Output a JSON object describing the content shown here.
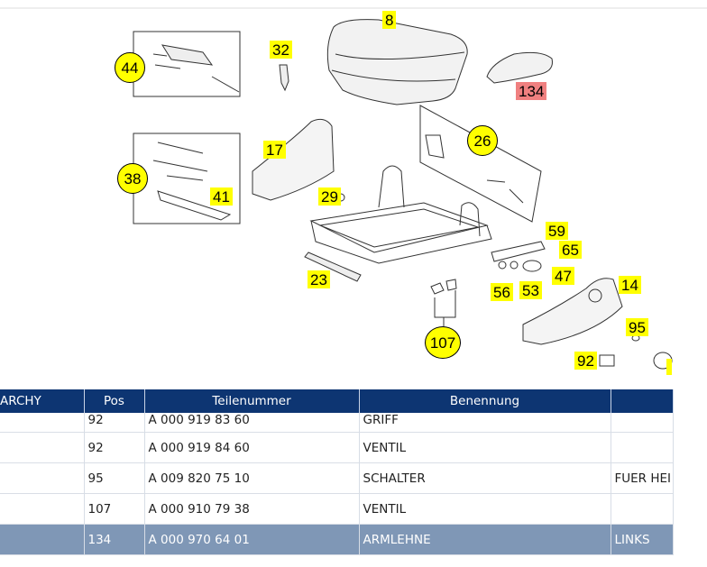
{
  "diagram": {
    "callouts": [
      {
        "label": "8",
        "style": "box"
      },
      {
        "label": "44",
        "style": "circle"
      },
      {
        "label": "32",
        "style": "box"
      },
      {
        "label": "134",
        "style": "red"
      },
      {
        "label": "26",
        "style": "circle"
      },
      {
        "label": "17",
        "style": "box"
      },
      {
        "label": "38",
        "style": "circle"
      },
      {
        "label": "41",
        "style": "box"
      },
      {
        "label": "29",
        "style": "box"
      },
      {
        "label": "59",
        "style": "box"
      },
      {
        "label": "65",
        "style": "box"
      },
      {
        "label": "47",
        "style": "box"
      },
      {
        "label": "23",
        "style": "box"
      },
      {
        "label": "56",
        "style": "box"
      },
      {
        "label": "53",
        "style": "box"
      },
      {
        "label": "14",
        "style": "box"
      },
      {
        "label": "95",
        "style": "box"
      },
      {
        "label": "107",
        "style": "circle"
      },
      {
        "label": "92",
        "style": "box"
      }
    ]
  },
  "table": {
    "columns": [
      "ARCHY",
      "Pos",
      "Teilenummer",
      "Benennung",
      ""
    ],
    "rows": [
      {
        "pos": "92",
        "part": "A 000 919 83 60",
        "name": "GRIFF",
        "extra": "",
        "selected": false
      },
      {
        "pos": "92",
        "part": "A 000 919 84 60",
        "name": "VENTIL",
        "extra": "",
        "selected": false
      },
      {
        "pos": "95",
        "part": "A 009 820 75 10",
        "name": "SCHALTER",
        "extra": "FUER HEI",
        "selected": false
      },
      {
        "pos": "107",
        "part": "A 000 910 79 38",
        "name": "VENTIL",
        "extra": "",
        "selected": false
      },
      {
        "pos": "134",
        "part": "A 000 970 64 01",
        "name": "ARMLEHNE",
        "extra": "LINKS",
        "selected": true
      }
    ]
  }
}
